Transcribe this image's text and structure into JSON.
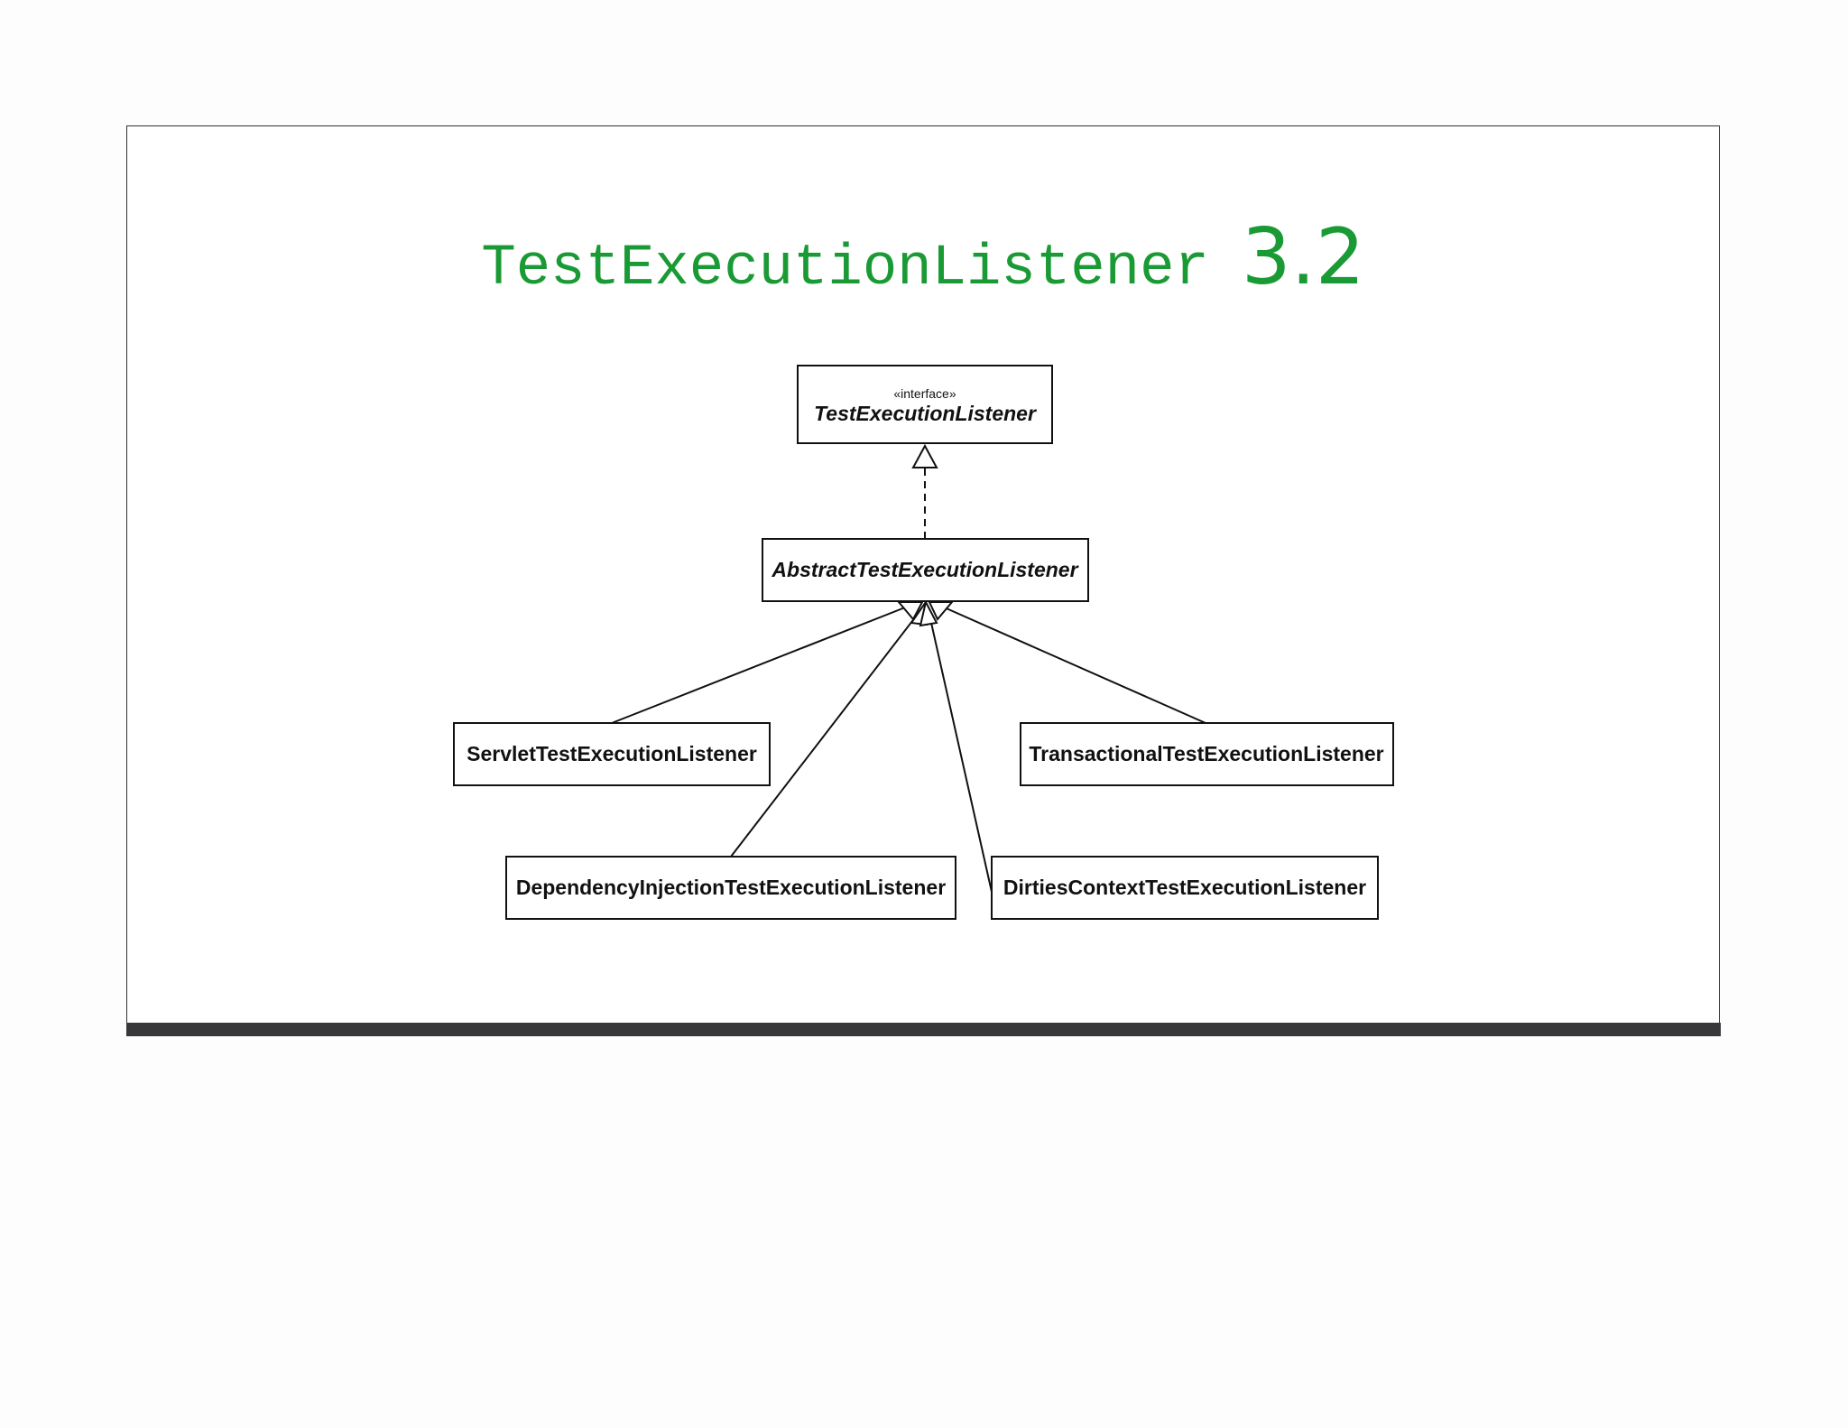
{
  "slide": {
    "title_code": "TestExecutionListener",
    "title_version": "3.2"
  },
  "diagram": {
    "interface": {
      "stereotype": "«interface»",
      "name": "TestExecutionListener"
    },
    "abstract": {
      "name": "AbstractTestExecutionListener"
    },
    "implementations": [
      {
        "name": "ServletTestExecutionListener"
      },
      {
        "name": "TransactionalTestExecutionListener"
      },
      {
        "name": "DependencyInjectionTestExecutionListener"
      },
      {
        "name": "DirtiesContextTestExecutionListener"
      }
    ],
    "relations": [
      {
        "from": "AbstractTestExecutionListener",
        "to": "TestExecutionListener",
        "kind": "realization"
      },
      {
        "from": "ServletTestExecutionListener",
        "to": "AbstractTestExecutionListener",
        "kind": "generalization"
      },
      {
        "from": "TransactionalTestExecutionListener",
        "to": "AbstractTestExecutionListener",
        "kind": "generalization"
      },
      {
        "from": "DependencyInjectionTestExecutionListener",
        "to": "AbstractTestExecutionListener",
        "kind": "generalization"
      },
      {
        "from": "DirtiesContextTestExecutionListener",
        "to": "AbstractTestExecutionListener",
        "kind": "generalization"
      }
    ]
  }
}
